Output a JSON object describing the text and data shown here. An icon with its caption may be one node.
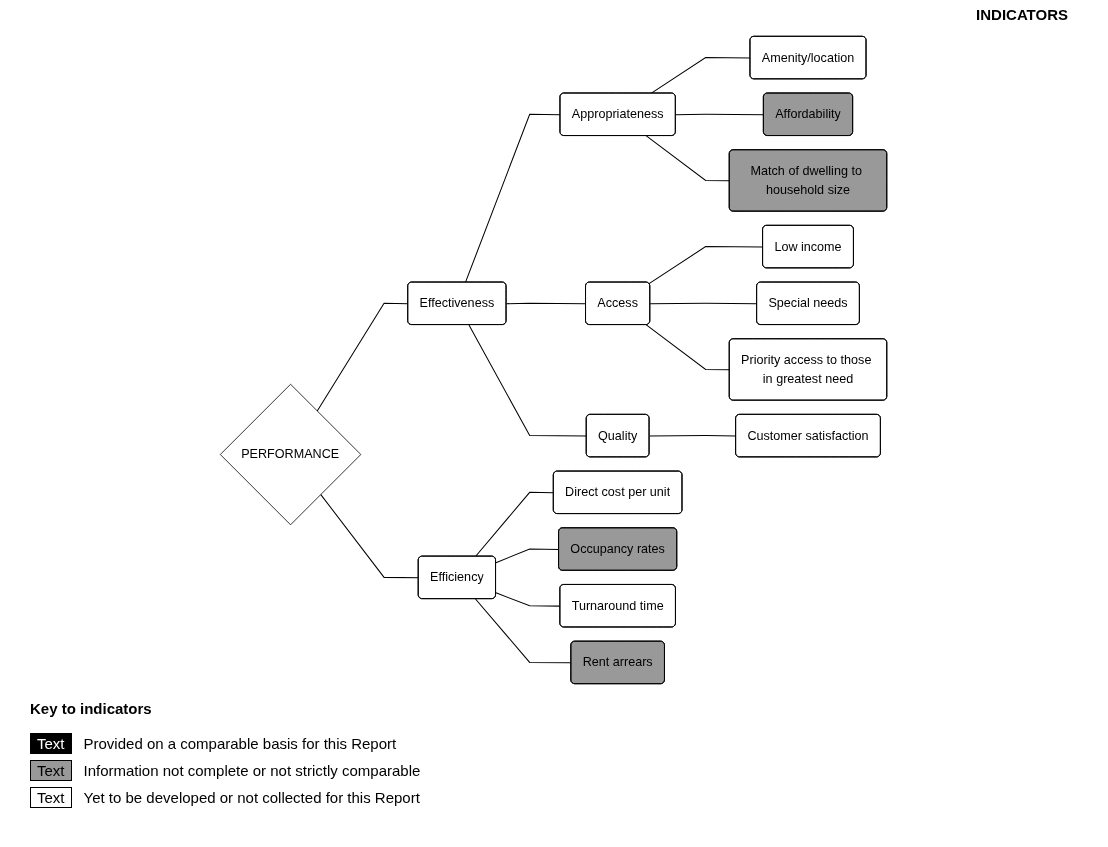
{
  "diagram": {
    "nodes": [
      {
        "text": [
          "Effectiveness"
        ]
      },
      {
        "text": [
          "PERFORMANCE"
        ]
      },
      {
        "text": [
          "Efficiency"
        ]
      },
      {
        "text": [
          "Appropriateness"
        ]
      },
      {
        "text": [
          "Access"
        ]
      },
      {
        "text": [
          "Quality"
        ]
      },
      {
        "text": [
          "Amenity/location"
        ]
      },
      {
        "text": [
          "Affordability"
        ]
      },
      {
        "text": [
          "Match of dwelling to household size"
        ]
      },
      {
        "text": [
          "Low income"
        ]
      },
      {
        "text": [
          "Special needs"
        ]
      },
      {
        "text": [
          "Priority access to those in greatest need"
        ]
      },
      {
        "text": [
          "Customer satisfaction"
        ]
      },
      {
        "text": [
          "Direct cost per unit"
        ]
      },
      {
        "text": [
          "Occupancy rates"
        ]
      },
      {
        "text": [
          "Turnaround time"
        ]
      },
      {
        "text": [
          "Rent arrears"
        ]
      }
    ],
    "edges": [
      {
        "from": 1,
        "to": 0,
        "arrow": "none"
      },
      {
        "from": 1,
        "to": 2,
        "arrow": "none"
      },
      {
        "from": 0,
        "to": 3,
        "arrow": "none"
      },
      {
        "from": 0,
        "to": 4,
        "arrow": "none"
      },
      {
        "from": 0,
        "to": 5,
        "arrow": "none"
      },
      {
        "from": 3,
        "to": 6,
        "arrow": "none"
      },
      {
        "from": 3,
        "to": 7,
        "arrow": "none"
      },
      {
        "from": 3,
        "to": 8,
        "arrow": "none"
      },
      {
        "from": 4,
        "to": 9,
        "arrow": "none"
      },
      {
        "from": 4,
        "to": 10,
        "arrow": "none"
      },
      {
        "from": 4,
        "to": 11,
        "arrow": "none"
      },
      {
        "from": 5,
        "to": 12,
        "arrow": "none"
      },
      {
        "from": 2,
        "to": 13,
        "arrow": "none"
      },
      {
        "from": 2,
        "to": 14,
        "arrow": "none"
      },
      {
        "from": 2,
        "to": 15,
        "arrow": "none"
      },
      {
        "from": 2,
        "to": 16,
        "arrow": "none"
      }
    ],
    "labels": [
      "INDICATORS",
      "Key to indicators",
      "Text",
      "Text",
      "Text"
    ],
    "legend": [
      {
        "text": "Provided on a comparable basis for this Report",
        "color": "#000000"
      },
      {
        "text": "Information not complete or not strictly comparable",
        "color": "#999999"
      },
      {
        "text": "Yet to be developed or not collected for this Report",
        "color": "#ffffff"
      }
    ]
  }
}
